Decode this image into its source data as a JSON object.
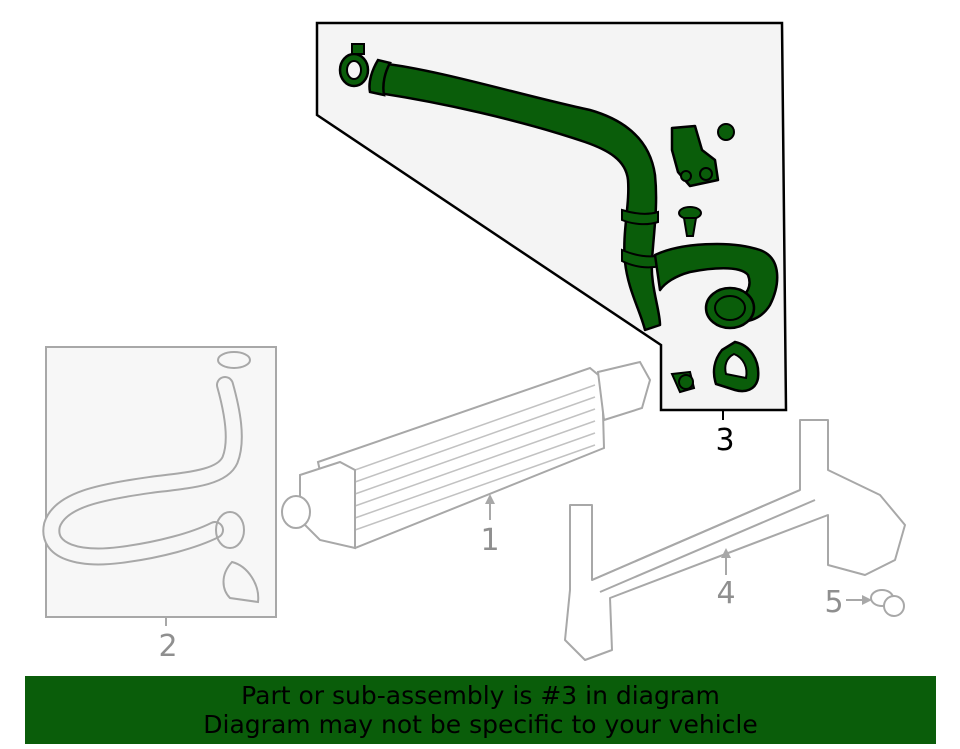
{
  "colors": {
    "highlight_fill": "#0a5d0a",
    "highlight_stroke": "#000000",
    "grey_line": "#a8a8a8",
    "panel_fill": "#f4f4f4",
    "banner_bg": "#0a5d0a"
  },
  "callouts": {
    "c1": "1",
    "c2": "2",
    "c3": "3",
    "c4": "4",
    "c5": "5"
  },
  "banner": {
    "line1": "Part or sub-assembly is #3 in diagram",
    "line2": "Diagram may not be specific to your vehicle"
  }
}
